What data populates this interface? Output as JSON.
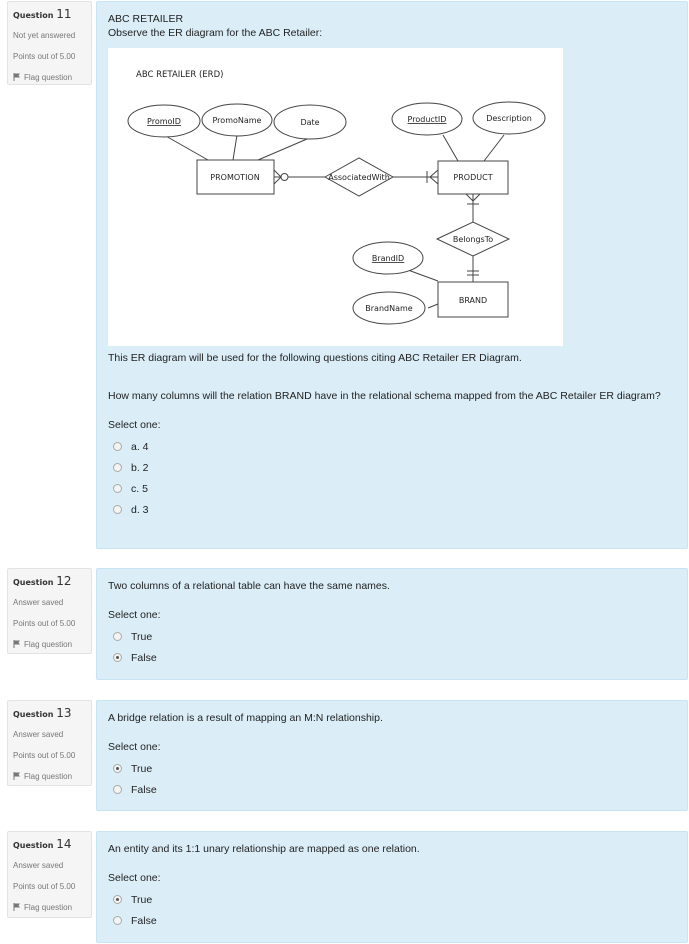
{
  "labels": {
    "question": "Question",
    "points": "Points out of 5.00",
    "flag": "Flag question",
    "select_one": "Select one:"
  },
  "questions": [
    {
      "number": "11",
      "state": "Not yet answered",
      "title": "ABC RETAILER",
      "text": "Observe the ER diagram for the ABC Retailer:",
      "after_diagram": "This ER diagram will be used for the following questions citing ABC Retailer ER Diagram.",
      "question": "How many columns will the relation BRAND have in the relational schema mapped from the ABC Retailer ER diagram?",
      "options": [
        {
          "label": "a. 4",
          "checked": false
        },
        {
          "label": "b. 2",
          "checked": false
        },
        {
          "label": "c. 5",
          "checked": false
        },
        {
          "label": "d. 3",
          "checked": false
        }
      ]
    },
    {
      "number": "12",
      "state": "Answer saved",
      "text": "Two columns of a relational table can have the same names.",
      "options": [
        {
          "label": "True",
          "checked": false
        },
        {
          "label": "False",
          "checked": true
        }
      ]
    },
    {
      "number": "13",
      "state": "Answer saved",
      "text": "A bridge relation is a result of mapping an M:N relationship.",
      "options": [
        {
          "label": "True",
          "checked": true
        },
        {
          "label": "False",
          "checked": false
        }
      ]
    },
    {
      "number": "14",
      "state": "Answer saved",
      "text": "An entity and its 1:1 unary relationship are mapped as one relation.",
      "options": [
        {
          "label": "True",
          "checked": true
        },
        {
          "label": "False",
          "checked": false
        }
      ]
    }
  ],
  "erd": {
    "title": "ABC RETAILER (ERD)",
    "entities": {
      "promotion": "PROMOTION",
      "product": "PRODUCT",
      "brand": "BRAND"
    },
    "relationships": {
      "associated": "AssociatedWith",
      "belongs": "BelongsTo"
    },
    "attributes": {
      "promo_id": "PromoID",
      "promo_name": "PromoName",
      "date": "Date",
      "product_id": "ProductID",
      "description": "Description",
      "brand_id": "BrandID",
      "brand_name": "BrandName"
    }
  }
}
